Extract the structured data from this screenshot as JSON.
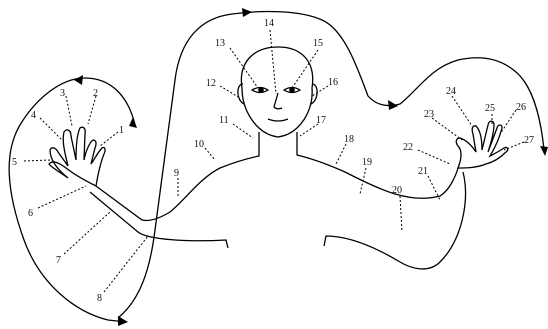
{
  "labels": [
    "1",
    "2",
    "3",
    "4",
    "5",
    "6",
    "7",
    "8",
    "9",
    "10",
    "11",
    "12",
    "13",
    "14",
    "15",
    "16",
    "17",
    "18",
    "19",
    "20",
    "21",
    "22",
    "23",
    "24",
    "25",
    "26",
    "27"
  ]
}
